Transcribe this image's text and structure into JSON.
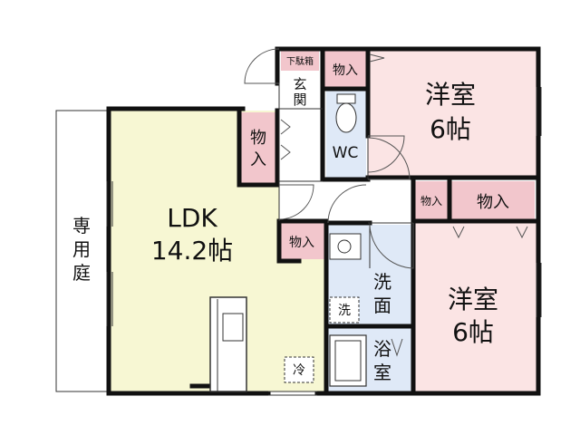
{
  "rooms": {
    "ldk": {
      "name": "LDK",
      "size": "14.2帖"
    },
    "western_room_top": {
      "name": "洋室",
      "size": "6帖"
    },
    "western_room_bottom": {
      "name": "洋室",
      "size": "6帖"
    },
    "entrance": [
      "玄",
      "関"
    ],
    "toilet": "WC",
    "washroom": [
      "洗",
      "面"
    ],
    "bathroom": [
      "浴",
      "室"
    ],
    "private_garden": [
      "専",
      "用",
      "庭"
    ]
  },
  "storage": {
    "shoe_box": "下駄箱",
    "closet_label": "物入",
    "closet_label_vertical": [
      "物",
      "入"
    ]
  },
  "fixtures": {
    "washer": "洗",
    "fridge": "冷"
  },
  "colors": {
    "ldk_fill": "#f7f7d3",
    "western_fill": "#fbe4e4",
    "wet_fill": "#dfe9f7",
    "closet_fill": "#f2c6cc",
    "wall": "#111111"
  }
}
